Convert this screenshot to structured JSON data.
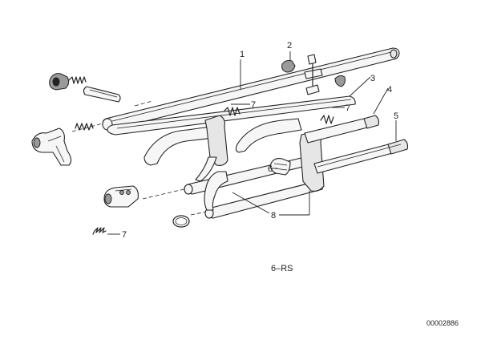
{
  "diagram": {
    "callouts": [
      {
        "id": "1",
        "label": "1"
      },
      {
        "id": "2",
        "label": "2"
      },
      {
        "id": "3",
        "label": "3"
      },
      {
        "id": "4",
        "label": "4"
      },
      {
        "id": "5",
        "label": "5"
      },
      {
        "id": "6",
        "label": "6"
      },
      {
        "id": "7a",
        "label": "7"
      },
      {
        "id": "7b",
        "label": "7"
      },
      {
        "id": "7c",
        "label": "7"
      },
      {
        "id": "8",
        "label": "8"
      }
    ],
    "caption": "6–RS",
    "drawing_number": "00002886"
  }
}
